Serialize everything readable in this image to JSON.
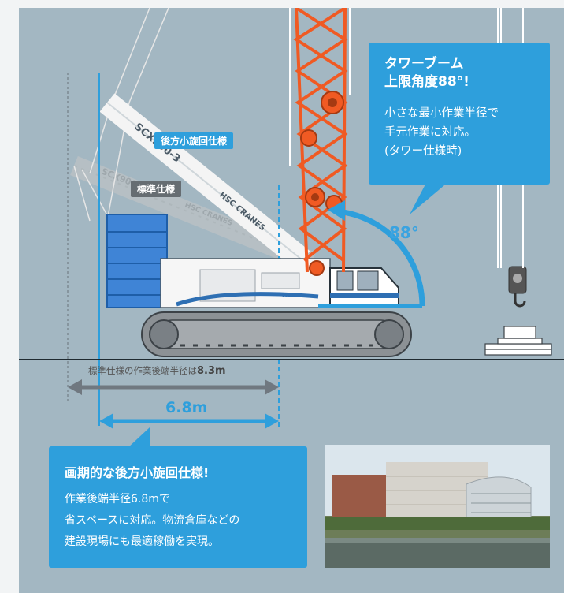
{
  "callout_tower": {
    "title": "タワーブーム\n上限角度88°!",
    "body": "小さな最小作業半径で\n手元作業に対応。\n(タワー仕様時)"
  },
  "labels": {
    "rear_swing_spec": "後方小旋回仕様",
    "standard_spec": "標準仕様",
    "angle": "88°"
  },
  "boom_text": {
    "rear_model": "SCX900-3",
    "rear_brand": "HSC CRANES",
    "std_model": "SCX900-3",
    "std_brand": "HSC CRANES",
    "body_brand": "HSC"
  },
  "dimensions": {
    "standard_prefix": "標準仕様の作業後端半径は",
    "standard_value": "8.3m",
    "rear_value": "6.8m"
  },
  "callout_rear": {
    "title": "画期的な後方小旋回仕様!",
    "body": "作業後端半径6.8mで\n省スペースに対応。物流倉庫などの\n建設現場にも最適稼働を実現。"
  },
  "colors": {
    "panel_bg": "#a3b7c2",
    "accent_blue": "#2e9fdc",
    "boom_orange": "#f05a23",
    "counterweight_blue": "#3f84d6",
    "track_gray": "#8c9195"
  }
}
